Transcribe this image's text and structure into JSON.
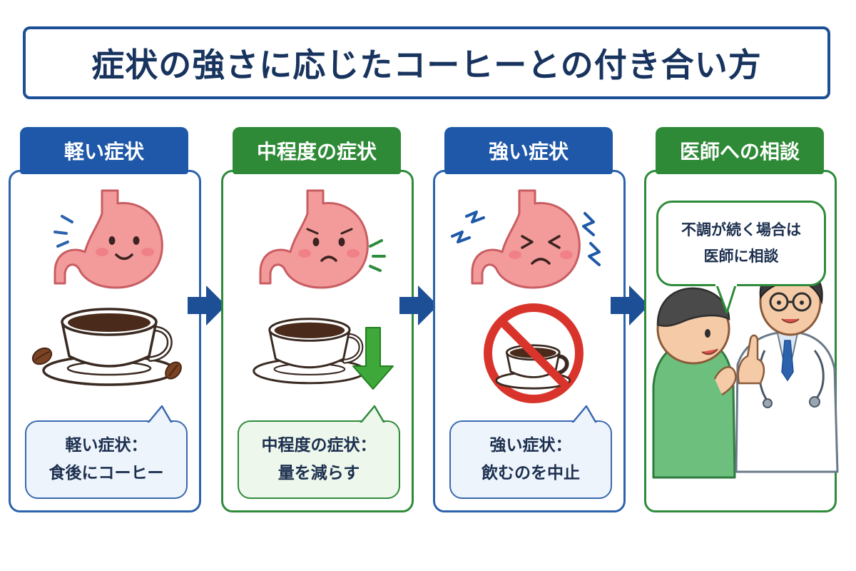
{
  "title": "症状の強さに応じたコーヒーとの付き合い方",
  "colors": {
    "navy": "#1c4f95",
    "blue_tab": "#1f58a8",
    "green_tab": "#2e8a36",
    "stomach_pink": "#f39a9a",
    "prohibition_red": "#d9342b"
  },
  "steps": [
    {
      "tab": "軽い症状",
      "bubble_line1": "軽い症状：",
      "bubble_line2": "食後にコーヒー",
      "icons": [
        "happy-stomach-icon",
        "coffee-cup-icon",
        "coffee-bean-icon"
      ]
    },
    {
      "tab": "中程度の症状",
      "bubble_line1": "中程度の症状：",
      "bubble_line2": "量を減らす",
      "icons": [
        "worried-stomach-icon",
        "coffee-cup-icon",
        "down-arrow-icon"
      ]
    },
    {
      "tab": "強い症状",
      "bubble_line1": "強い症状：",
      "bubble_line2": "飲むのを中止",
      "icons": [
        "painful-stomach-icon",
        "prohibited-coffee-icon"
      ]
    },
    {
      "tab": "医師への相談",
      "bubble_line1": "不調が続く場合は",
      "bubble_line2": "医師に相談",
      "icons": [
        "patient-icon",
        "doctor-icon"
      ]
    }
  ]
}
